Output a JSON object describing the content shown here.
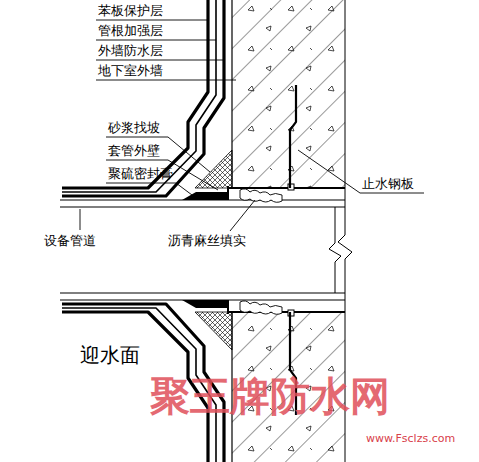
{
  "diagram": {
    "labels": [
      "苯板保护层",
      "管根加强层",
      "外墙防水层",
      "地下室外墙",
      "砂浆找坡",
      "套管外壁",
      "聚硫密封膏",
      "止水钢板",
      "设备管道",
      "沥青麻丝填实",
      "迎水面",
      "聚王牌防水网",
      "www.Fsclzs.com"
    ]
  }
}
